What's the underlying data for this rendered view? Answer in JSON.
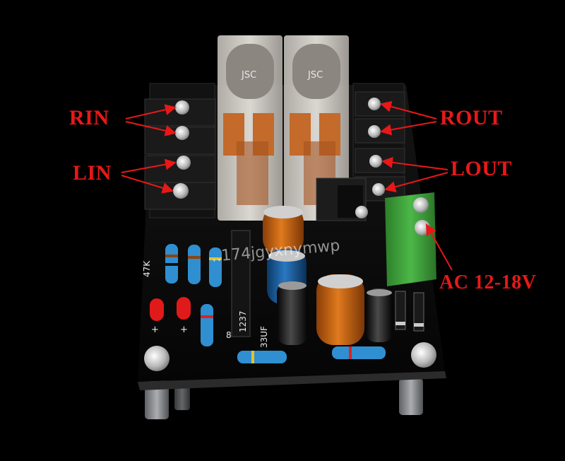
{
  "labels": {
    "rin": "RIN",
    "lin": "LIN",
    "rout": "ROUT",
    "lout": "LOUT",
    "ac": "AC 12-18V"
  },
  "silkscreen": {
    "resistor_value": "47K",
    "capacitor_value": "33UF",
    "ic_code": "1237",
    "ic_pin": "8",
    "relay_mark_left": "JSC",
    "relay_mark_right": "JSC"
  },
  "watermark": "..174jgyxnymwp",
  "colors": {
    "label_red": "#e81818",
    "pcb": "#0b0b0b",
    "terminal_green": "#3fa53c",
    "relay_shell": "#d9d4ce"
  }
}
